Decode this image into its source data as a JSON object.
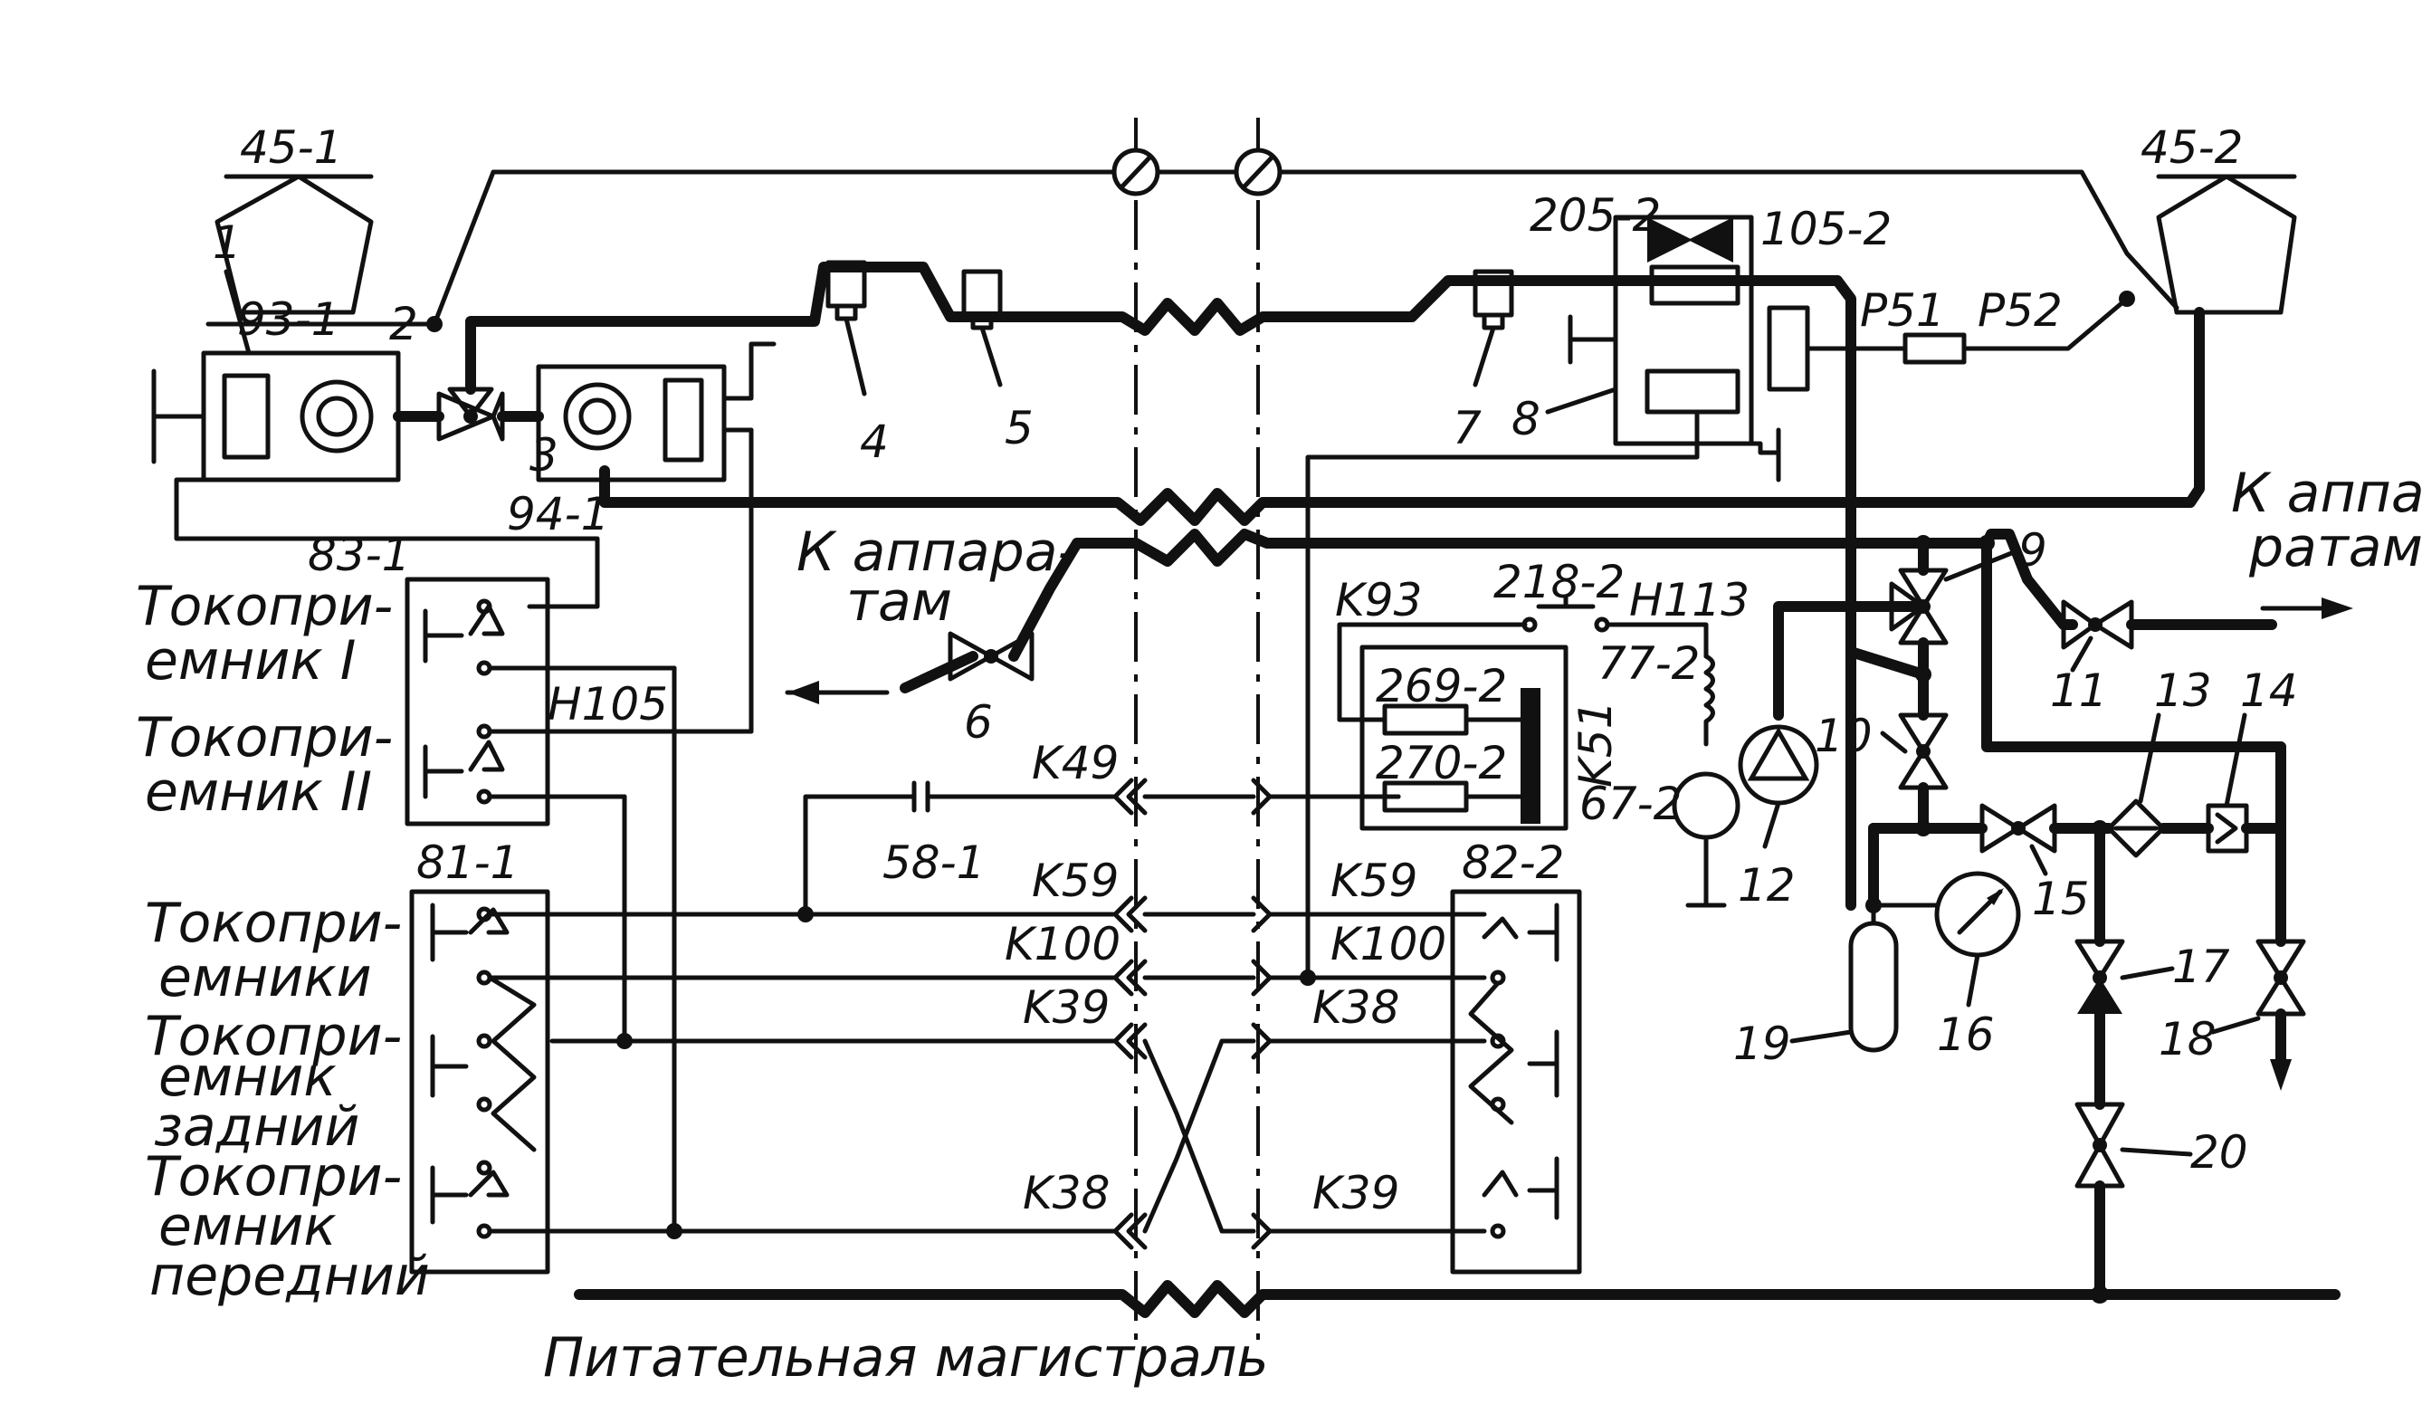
{
  "pantographs": {
    "left": "45-1",
    "right": "45-2"
  },
  "devices": {
    "d1": "1",
    "d2": "2",
    "d3": "3",
    "d4": "4",
    "d5": "5",
    "d6": "6",
    "d7": "7",
    "d8": "8",
    "d9": "9",
    "d10": "10",
    "d11": "11",
    "d12": "12",
    "d13": "13",
    "d14": "14",
    "d15": "15",
    "d16": "16",
    "d17": "17",
    "d18": "18",
    "d19": "19",
    "d20": "20"
  },
  "codes": {
    "c93_1": "93-1",
    "c94_1": "94-1",
    "c83_1": "83-1",
    "c81_1": "81-1",
    "c82_2": "82-2",
    "c205_2": "205-2",
    "c105_2": "105-2",
    "p51": "P51",
    "p52": "P52",
    "c218_2": "218-2",
    "k93": "K93",
    "h113": "H113",
    "c77_2": "77-2",
    "c269_2": "269-2",
    "c270_2": "270-2",
    "k51": "K51",
    "c67_2": "67-2",
    "h105": "H105",
    "c58_1": "58-1"
  },
  "wires": {
    "k49": "K49",
    "k59_l": "K59",
    "k59_r": "K59",
    "k100_l": "K100",
    "k100_r": "K100",
    "k39_l": "K39",
    "k38_r": "K38",
    "k38_l": "K38",
    "k39_r": "K39"
  },
  "labels": {
    "left_apparatus_1": "К аппара-",
    "left_apparatus_2": "там",
    "right_apparatus_1": "К аппа-",
    "right_apparatus_2": "ратам",
    "pant1_1": "Токопри-",
    "pant1_2": "емник I",
    "pant2_1": "Токопри-",
    "pant2_2": "емник II",
    "pants_1": "Токопри-",
    "pants_2": "емники",
    "rear_1": "Токопри-",
    "rear_2": "емник",
    "rear_3": "задний",
    "front_1": "Токопри-",
    "front_2": "емник",
    "front_3": "передний",
    "bottom": "Питательная  магистраль"
  }
}
